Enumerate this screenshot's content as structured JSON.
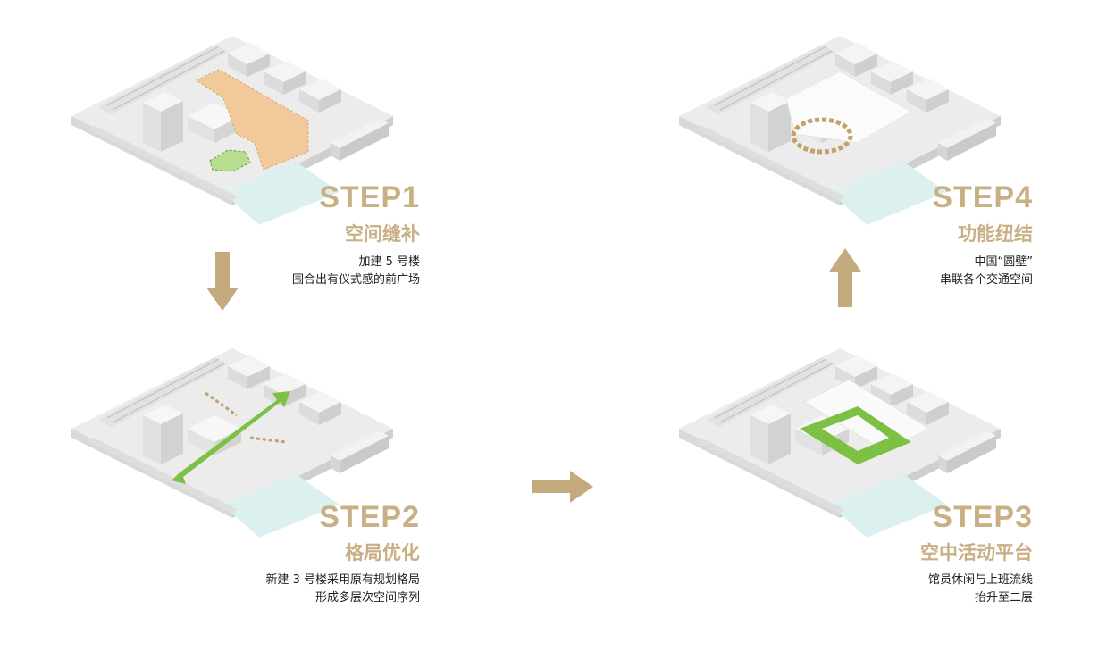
{
  "steps": [
    {
      "title": "STEP1",
      "subtitle": "空间缝补",
      "desc_line1": "加建 5 号楼",
      "desc_line2": "围合出有仪式感的前广场"
    },
    {
      "title": "STEP2",
      "subtitle": "格局优化",
      "desc_line1": "新建 3 号楼采用原有规划格局",
      "desc_line2": "形成多层次空间序列"
    },
    {
      "title": "STEP3",
      "subtitle": "空中活动平台",
      "desc_line1": "馆员休闲与上班流线",
      "desc_line2": "抬升至二层"
    },
    {
      "title": "STEP4",
      "subtitle": "功能纽结",
      "desc_line1": "中国“圆壁”",
      "desc_line2": "串联各个交通空间"
    }
  ],
  "icons": [
    "arrow-down-icon",
    "arrow-right-icon",
    "arrow-up-icon"
  ],
  "colors": {
    "accent": "#c9b084",
    "arrow": "#c3ab7e",
    "highlight_orange": "#f0c79a",
    "highlight_green": "#7cc144",
    "ground": "#eceeee",
    "water": "#d9efef"
  }
}
